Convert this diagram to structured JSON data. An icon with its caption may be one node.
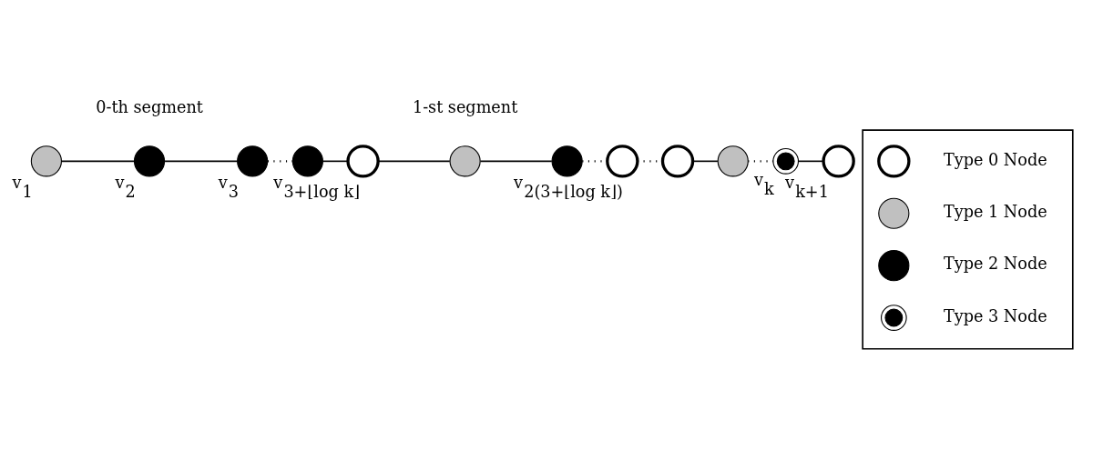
{
  "diagram": {
    "nodes": [
      {
        "text": [],
        "shape": "circle",
        "beside": [
          "v$_{1}$"
        ]
      },
      {
        "text": [],
        "shape": "circle",
        "beside": [
          "v$_{2}$"
        ]
      },
      {
        "text": [],
        "shape": "circle",
        "beside": [
          "v$_{3}$"
        ]
      },
      {
        "text": [],
        "shape": "circle"
      },
      {
        "text": [],
        "shape": "circle",
        "beside": [
          "v$_{3+⌊log k⌋}$"
        ]
      },
      {
        "text": [],
        "shape": "circle"
      },
      {
        "text": [],
        "shape": "circle"
      },
      {
        "text": [],
        "shape": "circle",
        "beside": [
          "v$_{2(3+⌊log k⌋)}$"
        ]
      },
      {
        "text": [],
        "shape": "circle"
      },
      {
        "text": [],
        "shape": "circle"
      },
      {
        "text": [],
        "shape": "circle",
        "beside": [
          "v$_{k}$"
        ]
      },
      {
        "text": [],
        "shape": "circle",
        "beside": [
          "v$_{k+1}$"
        ]
      },
      {
        "text": [],
        "shape": "box"
      },
      {
        "text": [],
        "shape": "circle",
        "in": 12
      },
      {
        "text": [],
        "shape": "circle",
        "in": 12
      },
      {
        "text": [],
        "shape": "circle",
        "in": 12
      },
      {
        "text": [],
        "shape": "circle",
        "in": 12
      }
    ],
    "edges": [
      {
        "from": 0,
        "to": 1,
        "arrow": "none"
      },
      {
        "from": 1,
        "to": 2,
        "arrow": "none"
      },
      {
        "from": 2,
        "to": 3,
        "arrow": "none",
        "style": "dashed"
      },
      {
        "from": 3,
        "to": 4,
        "arrow": "none"
      },
      {
        "from": 4,
        "to": 5,
        "arrow": "none"
      },
      {
        "from": 5,
        "to": 6,
        "arrow": "none"
      },
      {
        "from": 6,
        "to": 7,
        "arrow": "none",
        "style": "dashed"
      },
      {
        "from": 7,
        "to": 8,
        "arrow": "none",
        "style": "dashed"
      },
      {
        "from": 8,
        "to": 9,
        "arrow": "none"
      },
      {
        "from": 9,
        "to": 10,
        "arrow": "none",
        "style": "dashed"
      },
      {
        "from": 10,
        "to": 11,
        "arrow": "none"
      }
    ],
    "labels": [
      "0-th segment",
      "1-st segment"
    ],
    "legend": [
      {
        "text": "Type 0 Node"
      },
      {
        "text": "Type 1 Node"
      },
      {
        "text": "Type 2 Node"
      },
      {
        "text": "Type 3 Node"
      }
    ]
  }
}
